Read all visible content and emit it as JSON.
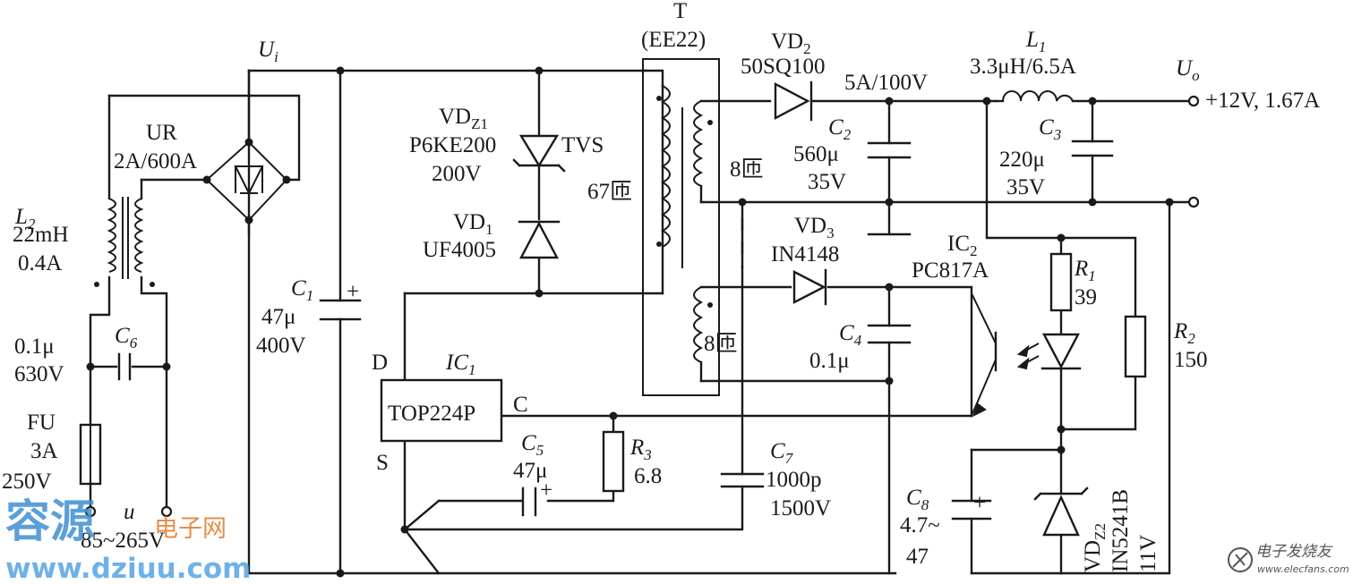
{
  "labels": {
    "transformer": "T",
    "transformer_core": "(EE22)",
    "vd2": "VD",
    "vd2_sub": "2",
    "vd2_part": "50SQ100",
    "vd2_rating": "5A/100V",
    "l1": "L",
    "l1_sub": "1",
    "l1_value": "3.3μH/6.5A",
    "uo": "U",
    "uo_sub": "o",
    "output": "+12V, 1.67A",
    "ui": "U",
    "ui_sub": "i",
    "ur": "UR",
    "ur_rating": "2A/600A",
    "vdz1": "VD",
    "vdz1_sub": "Z1",
    "vdz1_part": "P6KE200",
    "vdz1_type": "TVS",
    "vdz1_voltage": "200V",
    "vd1": "VD",
    "vd1_sub": "1",
    "vd1_part": "UF4005",
    "primary_turns": "67匝",
    "secondary_turns": "8匝",
    "aux_turns": "8匝",
    "c2": "C",
    "c2_sub": "2",
    "c2_value": "560μ",
    "c2_voltage": "35V",
    "c3": "C",
    "c3_sub": "3",
    "c3_value": "220μ",
    "c3_voltage": "35V",
    "l2": "L",
    "l2_sub": "2",
    "l2_value": "22mH",
    "l2_current": "0.4A",
    "c1": "C",
    "c1_sub": "1",
    "c1_value": "47μ",
    "c1_voltage": "400V",
    "vd3": "VD",
    "vd3_sub": "3",
    "vd3_part": "IN4148",
    "ic2": "IC",
    "ic2_sub": "2",
    "ic2_part": "PC817A",
    "r1": "R",
    "r1_sub": "1",
    "r1_value": "39",
    "c6": "C",
    "c6_sub": "6",
    "c6_value": "0.1μ",
    "c6_voltage": "630V",
    "d_pin": "D",
    "ic1": "IC",
    "ic1_sub": "1",
    "ic1_part": "TOP224P",
    "c_pin": "C",
    "s_pin": "S",
    "c4": "C",
    "c4_sub": "4",
    "c4_value": "0.1μ",
    "r2": "R",
    "r2_sub": "2",
    "r2_value": "150",
    "fu": "FU",
    "fu_current": "3A",
    "fu_voltage": "250V",
    "c5": "C",
    "c5_sub": "5",
    "c5_value": "47μ",
    "r3": "R",
    "r3_sub": "3",
    "r3_value": "6.8",
    "c7": "C",
    "c7_sub": "7",
    "c7_value": "1000p",
    "c7_voltage": "1500V",
    "c8": "C",
    "c8_sub": "8",
    "c8_value": "4.7~",
    "c8_value2": "47",
    "vdz2": "VD",
    "vdz2_sub": "Z2",
    "vdz2_part": "IN5241B",
    "vdz2_voltage": "11V",
    "u_in": "u",
    "input_range": "85~265V",
    "plus": "+"
  },
  "watermarks": {
    "site_name": "容源",
    "site_suffix": "电子网",
    "site_url": "www.dziuu.com",
    "logo_text": "电子发烧友",
    "logo_url": "www.elecfans.com"
  }
}
